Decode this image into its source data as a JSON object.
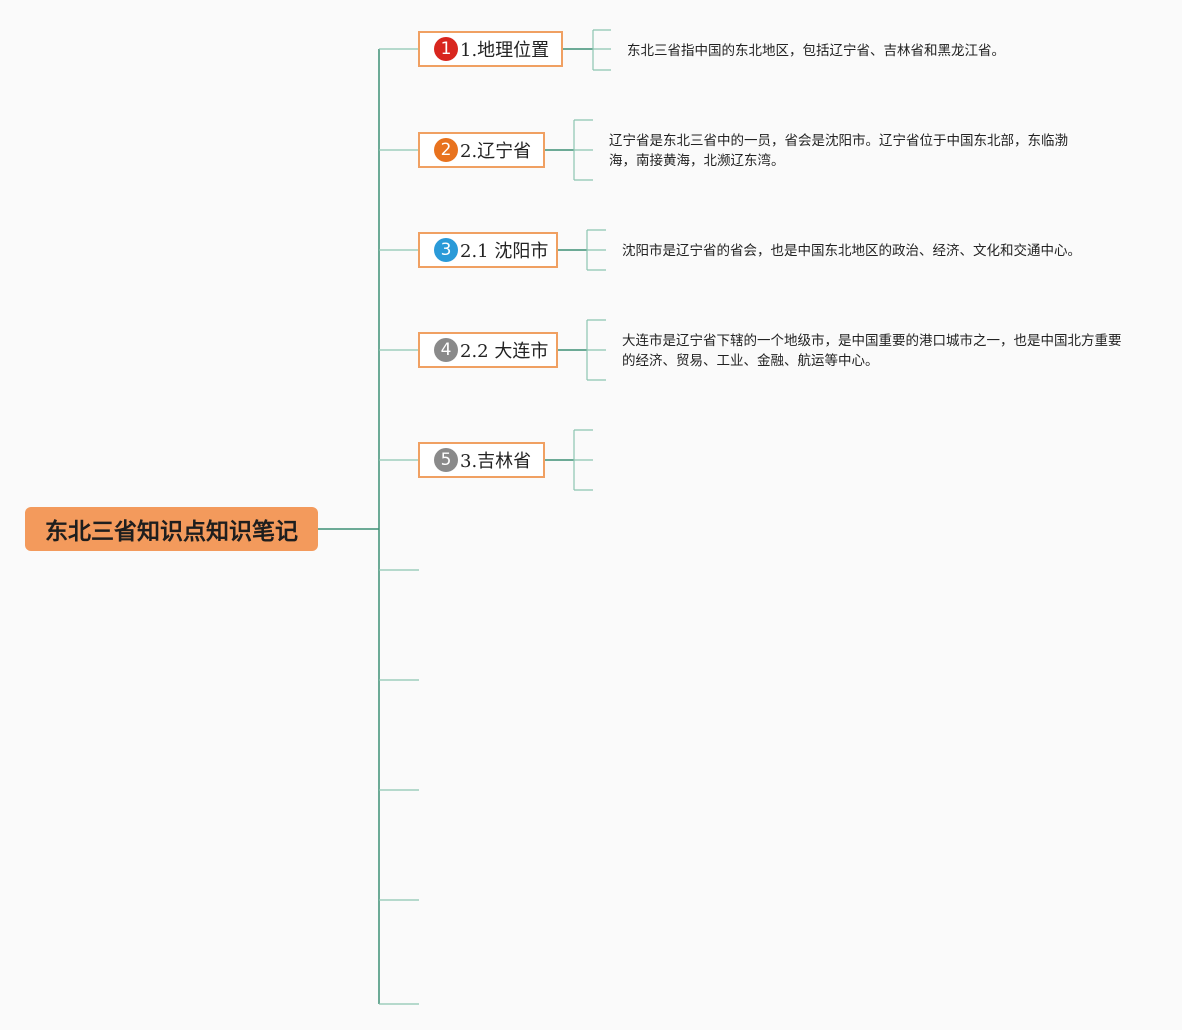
{
  "root": {
    "title": "东北三省知识点知识笔记"
  },
  "topics": [
    {
      "number": "1",
      "label": "1.地理位置",
      "badge_color": "#d8261e",
      "note": "东北三省指中国的东北地区，包括辽宁省、吉林省和黑龙江省。"
    },
    {
      "number": "2",
      "label": "2.辽宁省",
      "badge_color": "#e8721e",
      "note": "辽宁省是东北三省中的一员，省会是沈阳市。辽宁省位于中国东北部，东临渤海，南接黄海，北濒辽东湾。"
    },
    {
      "number": "3",
      "label": "2.1 沈阳市",
      "badge_color": "#2a9ad8",
      "note": "沈阳市是辽宁省的省会，也是中国东北地区的政治、经济、文化和交通中心。"
    },
    {
      "number": "4",
      "label": "2.2 大连市",
      "badge_color": "#8a8a8a",
      "note": "大连市是辽宁省下辖的一个地级市，是中国重要的港口城市之一，也是中国北方重要的经济、贸易、工业、金融、航运等中心。"
    },
    {
      "number": "5",
      "label": "3.吉林省",
      "badge_color": "#8a8a8a",
      "note": ""
    }
  ],
  "colors": {
    "root_fill": "#f39a5c",
    "topic_border": "#f0a062",
    "main_connector": "#3d8f74",
    "leaf_connector": "#8cc5b0"
  }
}
